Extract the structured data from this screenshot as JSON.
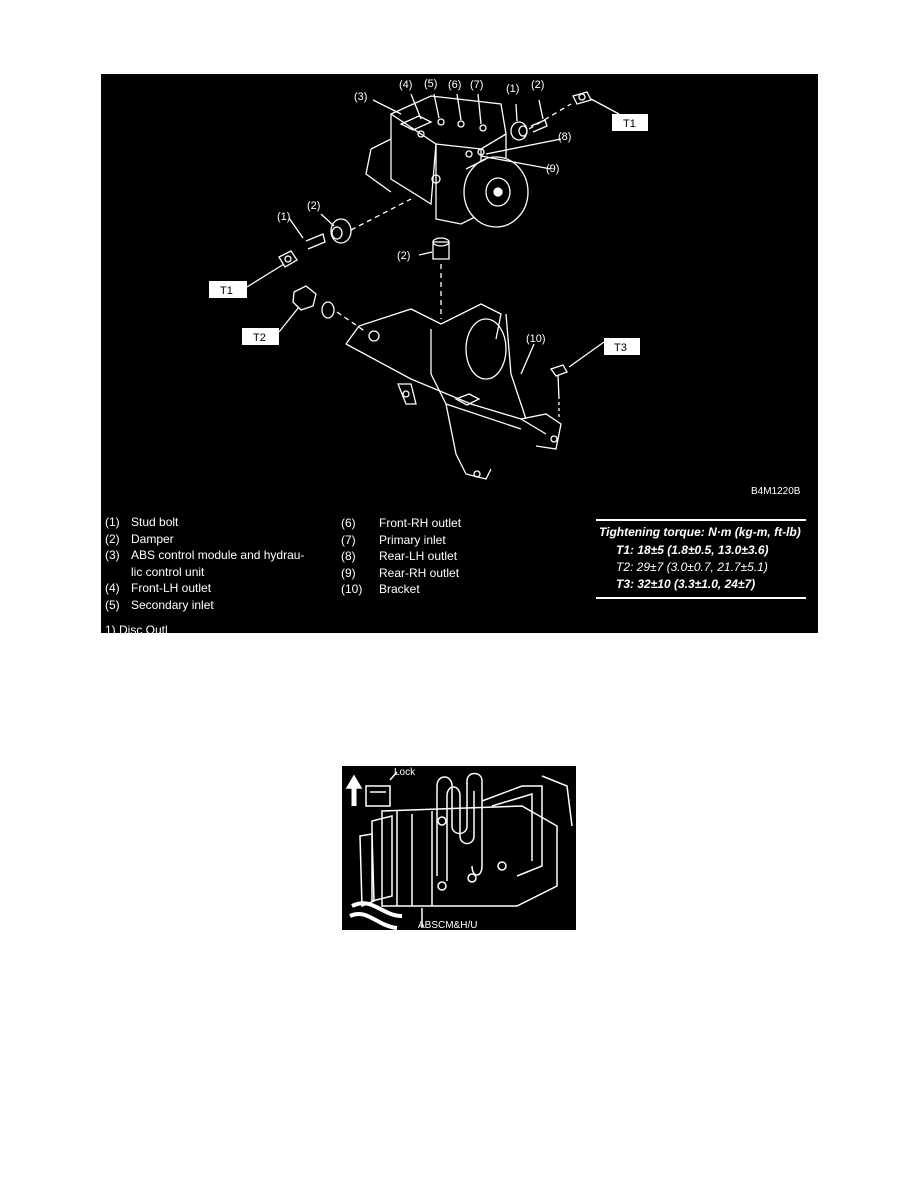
{
  "figure1": {
    "callouts": {
      "c1a": "(1)",
      "c2a": "(2)",
      "c3": "(3)",
      "c4": "(4)",
      "c5": "(5)",
      "c6": "(6)",
      "c7": "(7)",
      "c8": "(8)",
      "c9": "(9)",
      "c1b": "(1)",
      "c2b": "(2)",
      "c2c": "(2)",
      "c10": "(10)"
    },
    "torque_tags": {
      "t1a": "T1",
      "t1b": "T1",
      "t2": "T2",
      "t3": "T3"
    },
    "code": "B4M1220B",
    "legend": [
      {
        "num": "(1)",
        "text": "Stud bolt"
      },
      {
        "num": "(2)",
        "text": "Damper"
      },
      {
        "num": "(3)",
        "text": "ABS control module and hydrau-lic control unit"
      },
      {
        "num": "(4)",
        "text": "Front-LH outlet"
      },
      {
        "num": "(5)",
        "text": "Secondary inlet"
      },
      {
        "num": "(6)",
        "text": "Front-RH outlet"
      },
      {
        "num": "(7)",
        "text": "Primary inlet"
      },
      {
        "num": "(8)",
        "text": "Rear-LH outlet"
      },
      {
        "num": "(9)",
        "text": "Rear-RH outlet"
      },
      {
        "num": "(10)",
        "text": "Bracket"
      }
    ],
    "torque": {
      "title": "Tightening torque: N·m (kg-m, ft-lb)",
      "t1": "T1: 18±5 (1.8±0.5, 13.0±3.6)",
      "t2": "T2: 29±7 (3.0±0.7, 21.7±5.1)",
      "t3": "T3: 32±10 (3.3±1.0, 24±7)"
    },
    "cut_text": "1)   Disc                                                                      Outl"
  },
  "figure2": {
    "lock_label": "Lock",
    "unit_label": "ABSCM&H/U"
  }
}
